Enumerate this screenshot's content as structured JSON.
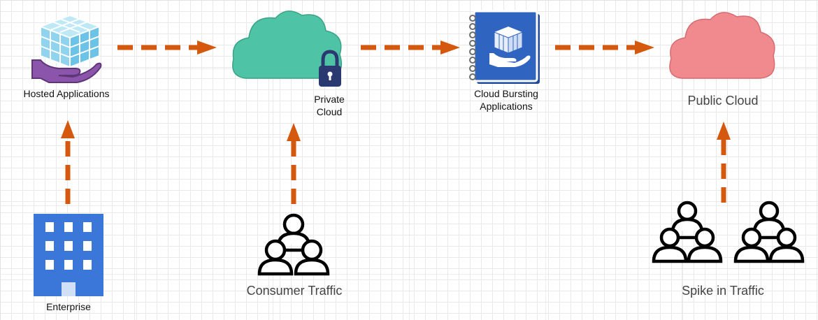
{
  "nodes": {
    "hosted_applications": "Hosted Applications",
    "private_cloud": "Private\nCloud",
    "cloud_bursting_applications": "Cloud Bursting\nApplications",
    "public_cloud": "Public Cloud",
    "enterprise": "Enterprise",
    "consumer_traffic": "Consumer Traffic",
    "spike_in_traffic": "Spike in Traffic"
  },
  "colors": {
    "arrow": "#d4580e",
    "private_cloud_fill": "#4fc3a5",
    "public_cloud_fill": "#f08a8e",
    "cube": "#8fd3ee",
    "hand": "#8a55aa",
    "book": "#2f64c0",
    "building": "#3a77d8",
    "lock": "#2a3970"
  }
}
